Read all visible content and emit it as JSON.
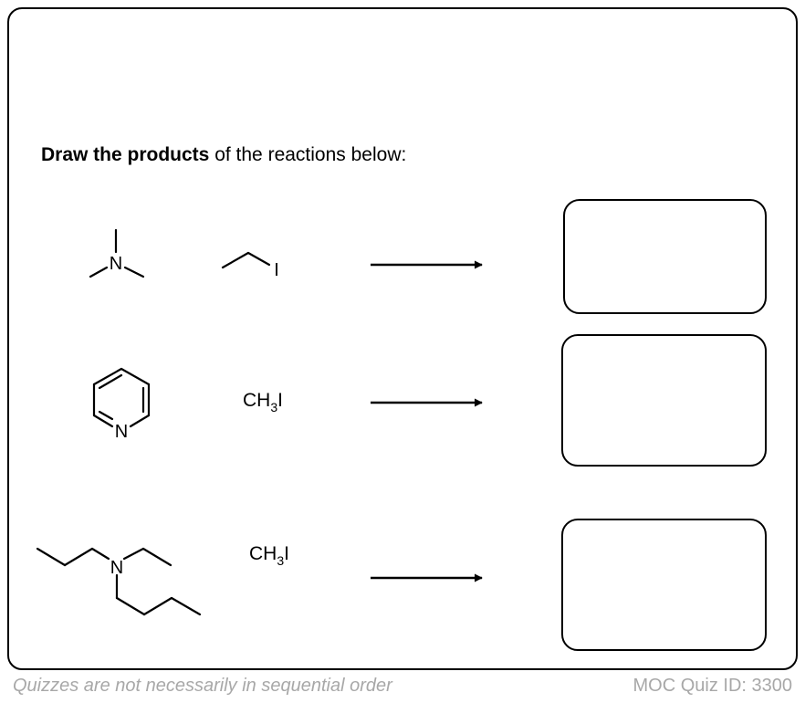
{
  "instruction": {
    "bold": "Draw the products",
    "rest": " of the reactions below:"
  },
  "reactions": [
    {
      "substrate_atom_label": "N",
      "reagent_atom_label": "I"
    },
    {
      "substrate_atom_label": "N",
      "reagent": {
        "prefix": "CH",
        "subscript": "3",
        "suffix": "I"
      }
    },
    {
      "substrate_atom_label": "N",
      "reagent": {
        "prefix": "CH",
        "subscript": "3",
        "suffix": "I"
      }
    }
  ],
  "footer": {
    "note": "Quizzes are not necessarily in sequential order",
    "quiz_id": "MOC Quiz ID: 3300"
  }
}
